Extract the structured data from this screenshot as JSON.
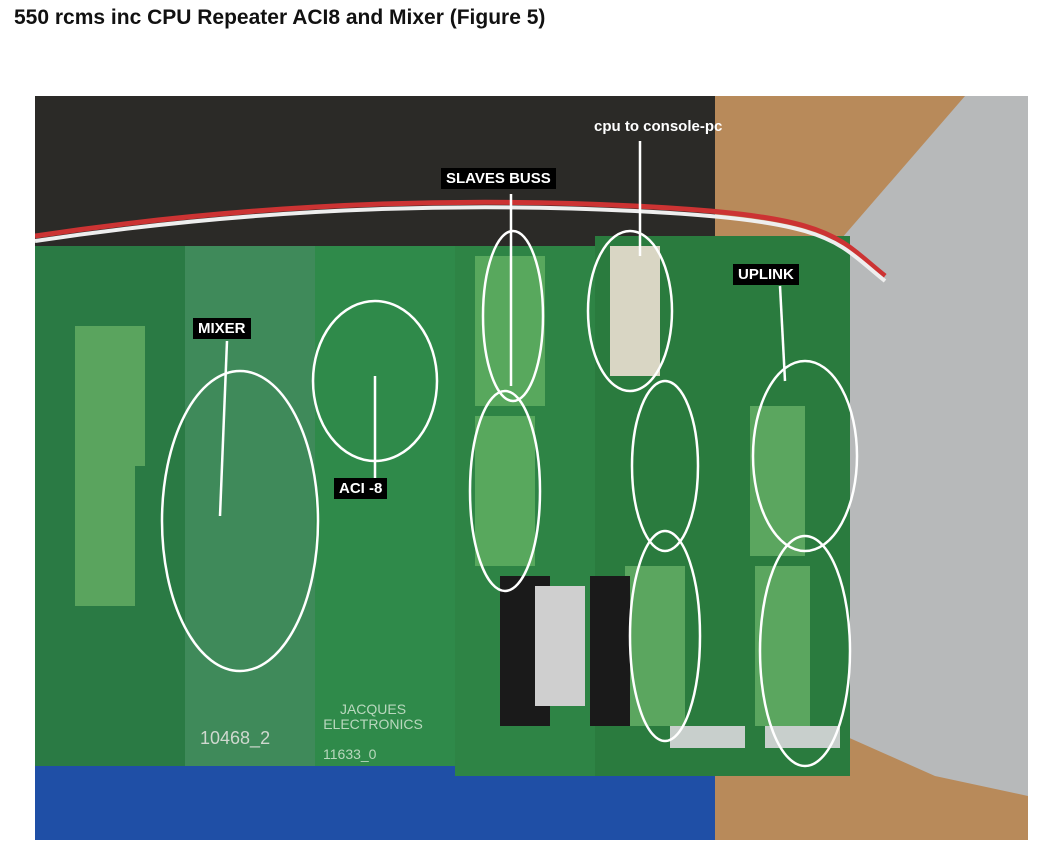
{
  "document": {
    "title": "550 rcms inc CPU Repeater ACI8 and Mixer (Figure 5)"
  },
  "figure": {
    "callouts": {
      "cpu_to_console": "cpu to console-pc",
      "slaves_buss": "SLAVES BUSS",
      "uplink": "UPLINK",
      "mixer": "MIXER",
      "aci8": "ACI -8"
    },
    "board_text": [
      "JACQUES ELECTRONICS",
      "11633_0",
      "10468_2"
    ]
  }
}
